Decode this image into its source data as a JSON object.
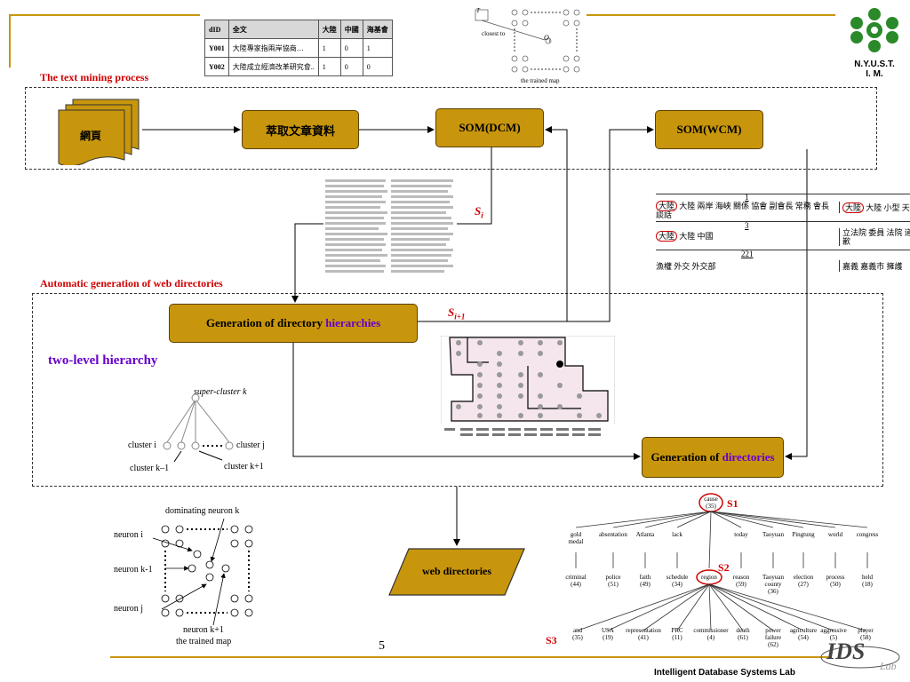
{
  "logo": {
    "line1": "N.Y.U.S.T.",
    "line2": "I. M."
  },
  "table": {
    "headers": [
      "dID",
      "全文",
      "大陸",
      "中國",
      "海基會"
    ],
    "rows": [
      [
        "Y001",
        "大陸專家指兩岸協商…",
        "1",
        "0",
        "1"
      ],
      [
        "Y002",
        "大陸成立經濟改革研究會..",
        "1",
        "0",
        "0"
      ]
    ]
  },
  "map_top": {
    "closest_to": "closest to",
    "t_label": "T",
    "oi_label": "O",
    "oi_sub": "i",
    "caption": "the trained map"
  },
  "sections": {
    "text_mining": "The text mining process",
    "auto_gen": "Automatic generation of web directories"
  },
  "boxes": {
    "web_pages": "網頁",
    "extract": "萃取文章資料",
    "som_dcm": "SOM(DCM)",
    "som_wcm": "SOM(WCM)",
    "gen_hier_prefix": "Generation of directory ",
    "gen_hier_highlight": "hierarchies",
    "gen_dir_prefix": "Generation of ",
    "gen_dir_highlight": "directories",
    "web_directories": "web directories"
  },
  "labels": {
    "si": "S",
    "si_sub": "i",
    "si1": "S",
    "si1_sub": "i+1",
    "two_level": "two-level hierarchy",
    "s1": "S1",
    "s2": "S2",
    "s3": "S3",
    "page_number": "5",
    "lab": "Intelligent Database Systems Lab"
  },
  "wcm": {
    "col_num1": "1",
    "row1": "大陸 兩岸 海峽 關係 協會 副會長 常務 會長 談話",
    "row1_right": "大陸 小型 天津",
    "col_num2": "3",
    "row2": "大陸 中國",
    "row2_right": "立法院 委員 法院 道歉",
    "col_num3": "221",
    "row3": "漁權 外交 外交部",
    "row3_right": "嘉義 嘉義市 擁護"
  },
  "hier": {
    "super": "super-cluster k",
    "cluster_i": "cluster i",
    "cluster_j": "cluster j",
    "cluster_k1": "cluster k–1",
    "cluster_kp1": "cluster k+1"
  },
  "neuron_map": {
    "dominating": "dominating neuron k",
    "neuron_i": "neuron i",
    "neuron_k1": "neuron k-1",
    "neuron_j": "neuron j",
    "neuron_kp1": "neuron k+1",
    "caption": "the trained map"
  },
  "tree": {
    "root": "cause\n(35)",
    "level1": [
      "gold\nmedal",
      "absentation",
      "Atlanta",
      "lack",
      "today",
      "Taoyuan",
      "Pingtung",
      "world",
      "congress"
    ],
    "level2": [
      "criminal\n(44)",
      "police\n(51)",
      "faith\n(49)",
      "schedule\n(34)",
      "region",
      "reason\n(59)",
      "Taoyuan\ncounty\n(36)",
      "election\n(27)",
      "process\n(50)",
      "held\n(18)"
    ],
    "level3": [
      "and\n(35)",
      "USA\n(19)",
      "representation\n(41)",
      "PRC\n(11)",
      "commissioner\n(4)",
      "death\n(61)",
      "power\nfailure\n(62)",
      "agriculture\n(54)",
      "aggressive\n(5)",
      "player\n(58)"
    ]
  },
  "colors": {
    "gold": "#c8960c",
    "red": "#d00000",
    "purple": "#6600cc",
    "green": "#2a8a2a"
  }
}
